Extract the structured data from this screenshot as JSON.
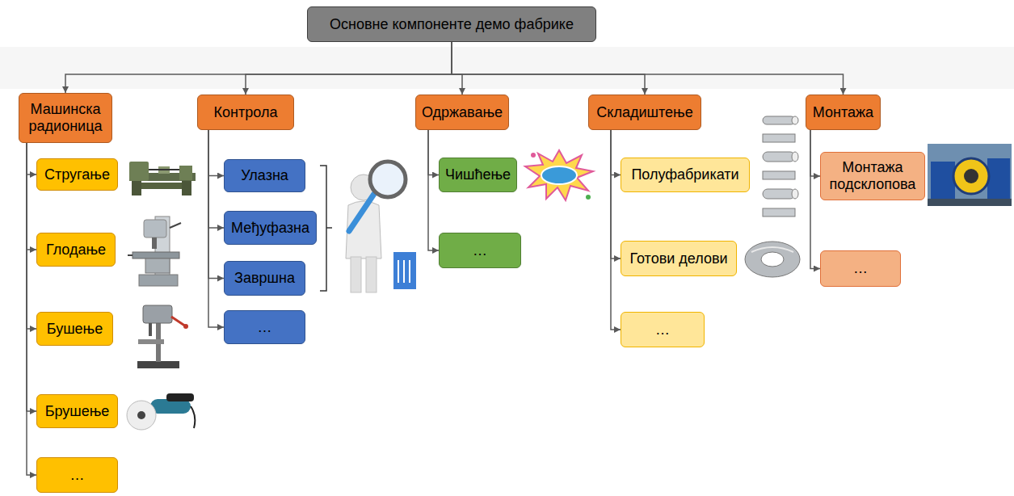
{
  "diagram": {
    "nodes": [
      {
        "text": [
          "Основне компоненте демо фабрике"
        ]
      },
      {
        "text": [
          "Машинска радионица"
        ]
      },
      {
        "text": [
          "Стругање"
        ]
      },
      {
        "text": [
          "Глодање"
        ]
      },
      {
        "text": [
          "Бушење"
        ]
      },
      {
        "text": [
          "Брушење"
        ]
      },
      {
        "text": [
          "…"
        ]
      },
      {
        "text": [
          "Контрола"
        ]
      },
      {
        "text": [
          "Улазна"
        ]
      },
      {
        "text": [
          "Међуфазна"
        ]
      },
      {
        "text": [
          "Завршна"
        ]
      },
      {
        "text": [
          "…"
        ]
      },
      {
        "text": [
          "Одржавање"
        ]
      },
      {
        "text": [
          "Чишћење"
        ]
      },
      {
        "text": [
          "…"
        ]
      },
      {
        "text": [
          "Складиштење"
        ]
      },
      {
        "text": [
          "Полуфабрикати"
        ]
      },
      {
        "text": [
          "Готови делови"
        ]
      },
      {
        "text": [
          "…"
        ]
      },
      {
        "text": [
          "Монтажа"
        ]
      },
      {
        "text": [
          "Монтажа подсклопова"
        ]
      },
      {
        "text": [
          "…"
        ]
      }
    ],
    "edges": [
      {
        "from": 0,
        "to": 1,
        "arrow": "to"
      },
      {
        "from": 0,
        "to": 7,
        "arrow": "to"
      },
      {
        "from": 0,
        "to": 12,
        "arrow": "to"
      },
      {
        "from": 0,
        "to": 15,
        "arrow": "to"
      },
      {
        "from": 0,
        "to": 19,
        "arrow": "to"
      },
      {
        "from": 1,
        "to": 2,
        "arrow": "to"
      },
      {
        "from": 1,
        "to": 3,
        "arrow": "to"
      },
      {
        "from": 1,
        "to": 4,
        "arrow": "to"
      },
      {
        "from": 1,
        "to": 5,
        "arrow": "to"
      },
      {
        "from": 1,
        "to": 6,
        "arrow": "to"
      },
      {
        "from": 7,
        "to": 8,
        "arrow": "to"
      },
      {
        "from": 7,
        "to": 9,
        "arrow": "to"
      },
      {
        "from": 7,
        "to": 10,
        "arrow": "to"
      },
      {
        "from": 7,
        "to": 11,
        "arrow": "to"
      },
      {
        "from": 12,
        "to": 13,
        "arrow": "to"
      },
      {
        "from": 12,
        "to": 14,
        "arrow": "to"
      },
      {
        "from": 15,
        "to": 16,
        "arrow": "to"
      },
      {
        "from": 15,
        "to": 17,
        "arrow": "to"
      },
      {
        "from": 15,
        "to": 18,
        "arrow": "to"
      },
      {
        "from": 19,
        "to": 20,
        "arrow": "to"
      },
      {
        "from": 19,
        "to": 21,
        "arrow": "to"
      }
    ]
  }
}
